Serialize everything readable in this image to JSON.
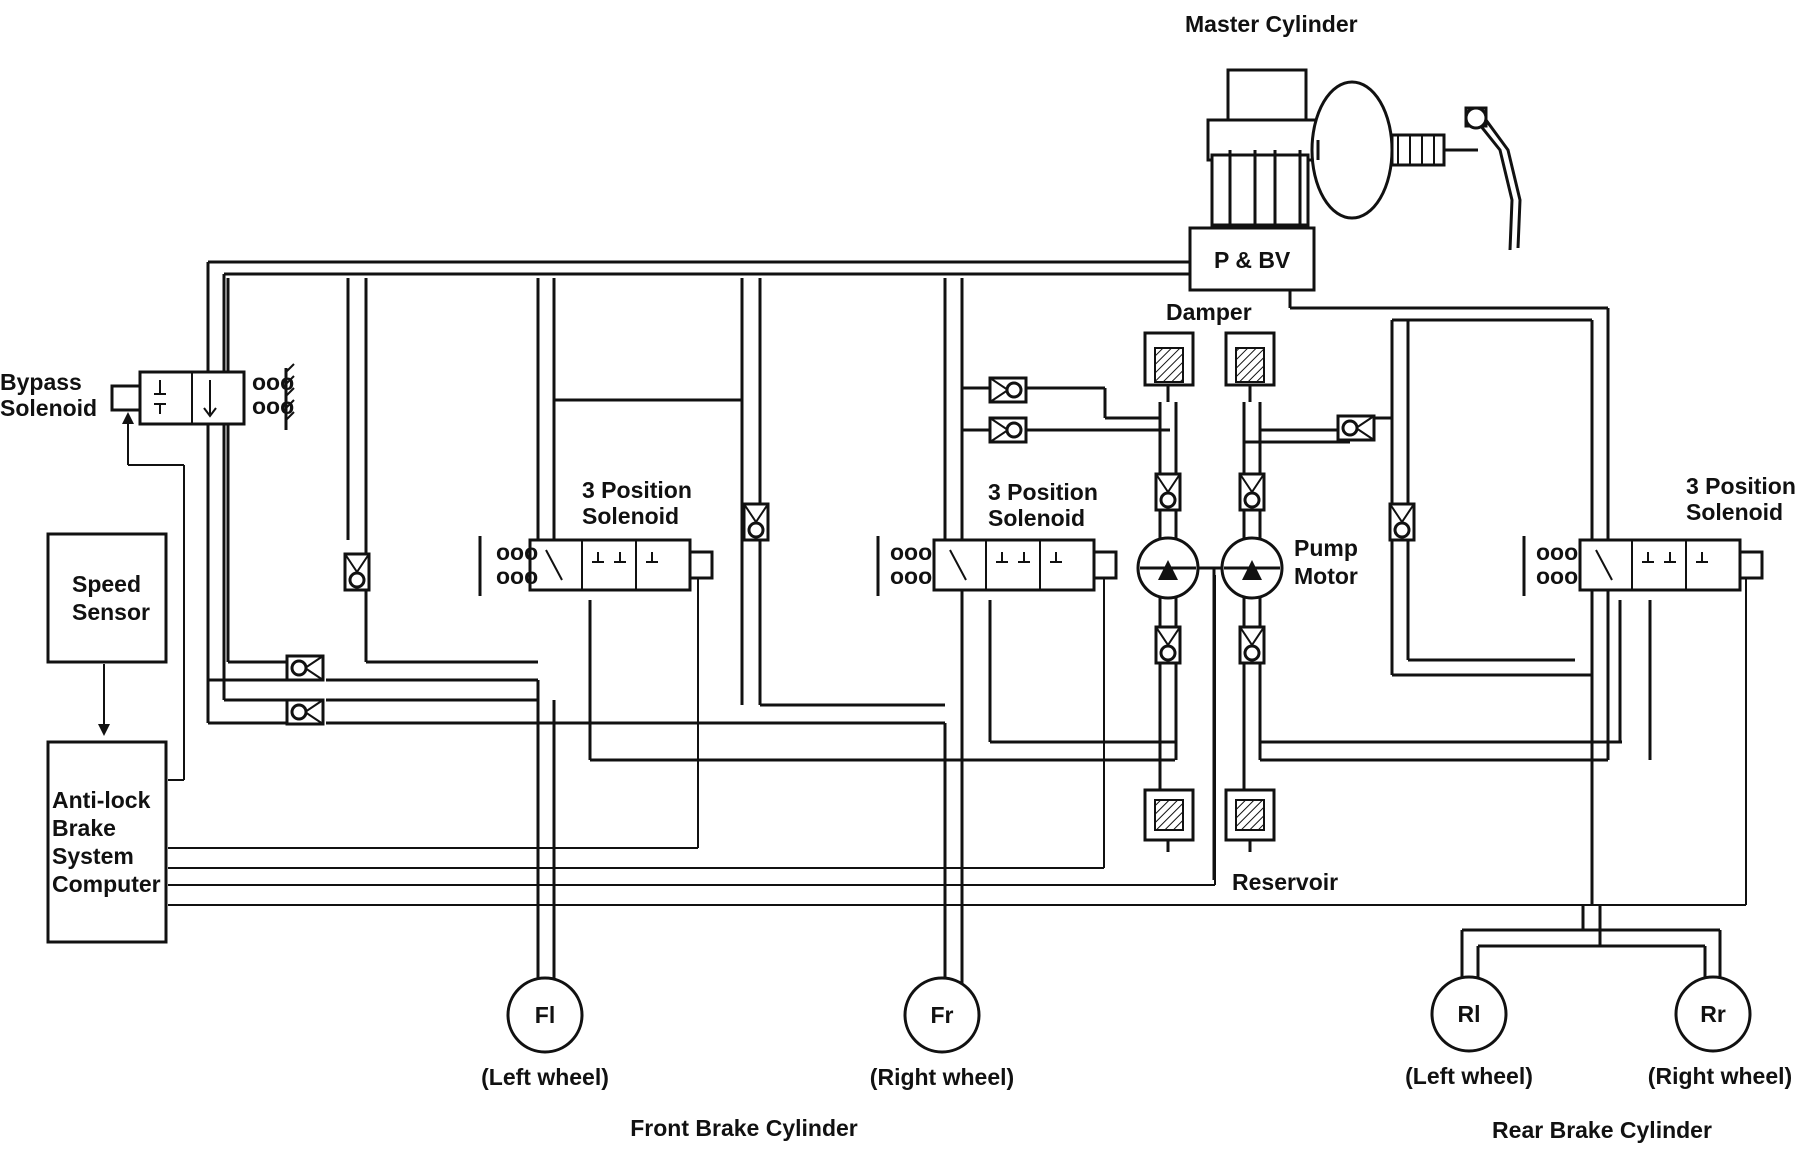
{
  "labels": {
    "master_cylinder": "Master Cylinder",
    "pbv": "P & BV",
    "damper": "Damper",
    "bypass_line1": "Bypass",
    "bypass_line2": "Solenoid",
    "speed_line1": "Speed",
    "speed_line2": "Sensor",
    "abs_line1": "Anti-lock",
    "abs_line2": "Brake",
    "abs_line3": "System",
    "abs_line4": "Computer",
    "solenoid1_line1": "3 Position",
    "solenoid1_line2": "Solenoid",
    "solenoid2_line1": "3 Position",
    "solenoid2_line2": "Solenoid",
    "solenoid3_line1": "3 Position",
    "solenoid3_line2": "Solenoid",
    "pump_line1": "Pump",
    "pump_line2": "Motor",
    "reservoir": "Reservoir",
    "front_group": "Front Brake Cylinder",
    "rear_group": "Rear Brake Cylinder"
  },
  "wheels": [
    {
      "id": "Fl",
      "label": "Fl",
      "caption": "(Left wheel)"
    },
    {
      "id": "Fr",
      "label": "Fr",
      "caption": "(Right wheel)"
    },
    {
      "id": "Rl",
      "label": "Rl",
      "caption": "(Left wheel)"
    },
    {
      "id": "Rr",
      "label": "Rr",
      "caption": "(Right wheel)"
    }
  ]
}
